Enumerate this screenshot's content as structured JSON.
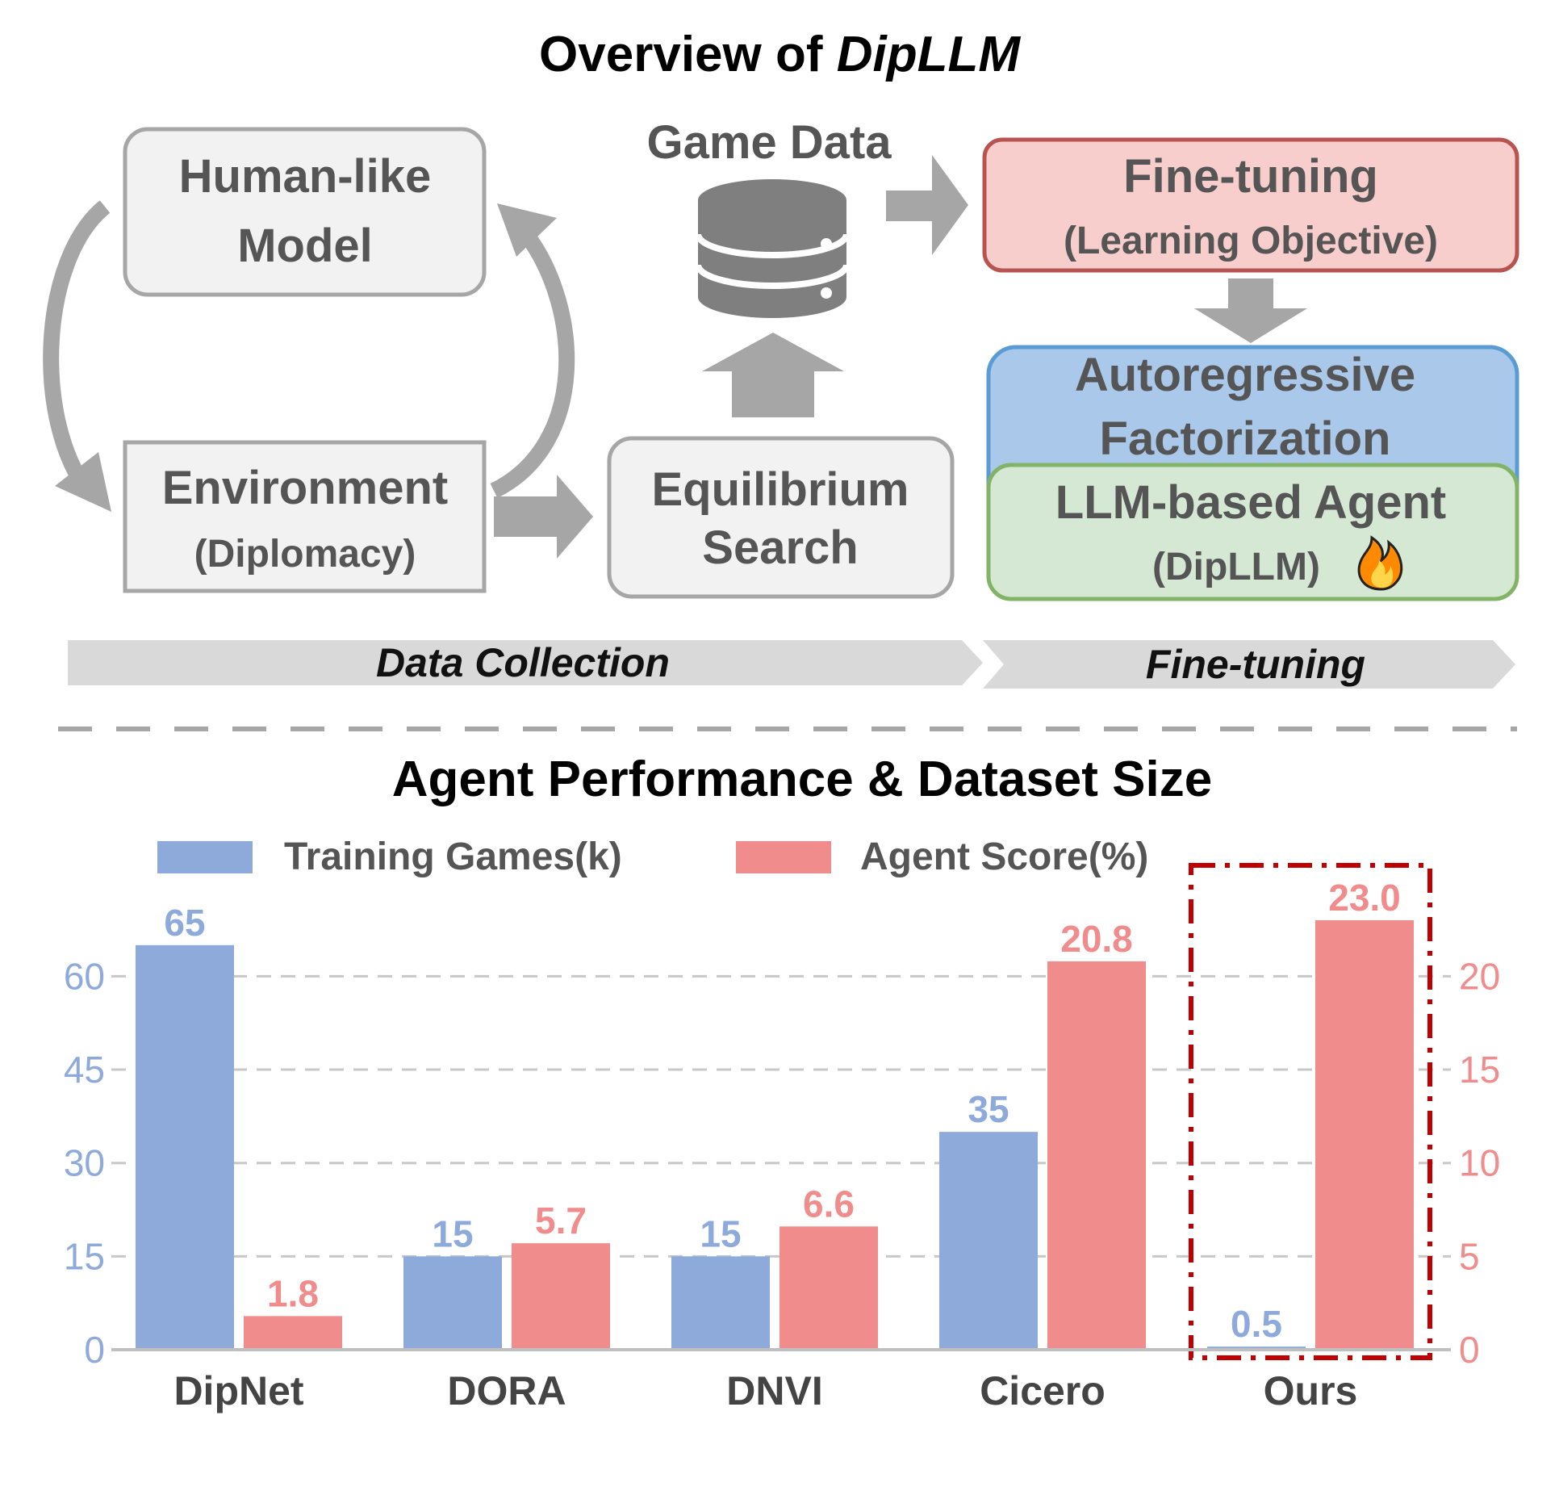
{
  "overview": {
    "title_prefix": "Overview of ",
    "title_emph": "DipLLM",
    "human_model": {
      "line1": "Human-like",
      "line2": "Model"
    },
    "environment": {
      "line1": "Environment",
      "line2": "(Diplomacy)"
    },
    "game_data_label": "Game Data",
    "equilibrium": {
      "line1": "Equilibrium",
      "line2": "Search"
    },
    "finetune_box": {
      "line1": "Fine-tuning",
      "line2": "(Learning Objective)"
    },
    "autoreg_box": {
      "line1": "Autoregressive",
      "line2": "Factorization"
    },
    "agent_box": {
      "line1": "LLM-based Agent",
      "line2": "(DipLLM)"
    },
    "stage_left": "Data Collection",
    "stage_right": "Fine-tuning"
  },
  "chart_data": {
    "type": "bar",
    "title": "Agent Performance & Dataset Size",
    "categories": [
      "DipNet",
      "DORA",
      "DNVI",
      "Cicero",
      "Ours"
    ],
    "series": [
      {
        "name": "Training Games(k)",
        "axis": "left",
        "color": "#8eaadb",
        "values": [
          65,
          15,
          15,
          35,
          0.5
        ],
        "labels": [
          "65",
          "15",
          "15",
          "35",
          "0.5"
        ]
      },
      {
        "name": "Agent Score(%)",
        "axis": "right",
        "color": "#f08c8c",
        "values": [
          1.8,
          5.7,
          6.6,
          20.8,
          23.0
        ],
        "labels": [
          "1.8",
          "5.7",
          "6.6",
          "20.8",
          "23.0"
        ]
      }
    ],
    "y_left": {
      "min": 0,
      "max": 69,
      "ticks": [
        0,
        15,
        30,
        45,
        60
      ],
      "color": "#8eaadb"
    },
    "y_right": {
      "min": 0,
      "max": 23.0,
      "ticks": [
        0,
        5,
        10,
        15,
        20
      ],
      "color": "#f08c8c"
    },
    "grid": true,
    "legend_position": "top",
    "highlight_category": "Ours",
    "highlight_color": "#c00000"
  }
}
